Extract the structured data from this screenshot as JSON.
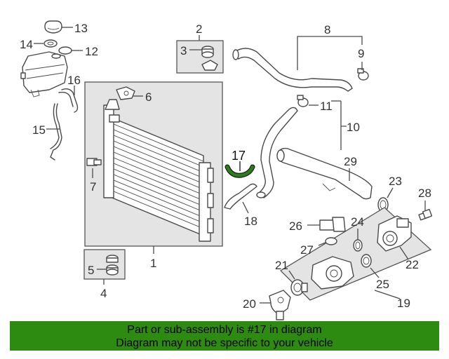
{
  "callouts": {
    "c1": "1",
    "c2": "2",
    "c3": "3",
    "c4": "4",
    "c5": "5",
    "c6": "6",
    "c7": "7",
    "c8": "8",
    "c9": "9",
    "c10": "10",
    "c11": "11",
    "c12": "12",
    "c13": "13",
    "c14": "14",
    "c15": "15",
    "c16": "16",
    "c17": "17",
    "c18": "18",
    "c19": "19",
    "c20": "20",
    "c21": "21",
    "c22": "22",
    "c23": "23",
    "c24": "24",
    "c25": "25",
    "c26": "26",
    "c27": "27",
    "c28": "28",
    "c29": "29"
  },
  "highlight": {
    "part": "17",
    "color": "#2e7d1a"
  },
  "banner": {
    "line1": "Part or sub-assembly is #17 in diagram",
    "line2": "Diagram may not be specific to your vehicle",
    "background": "#2e8b12"
  }
}
